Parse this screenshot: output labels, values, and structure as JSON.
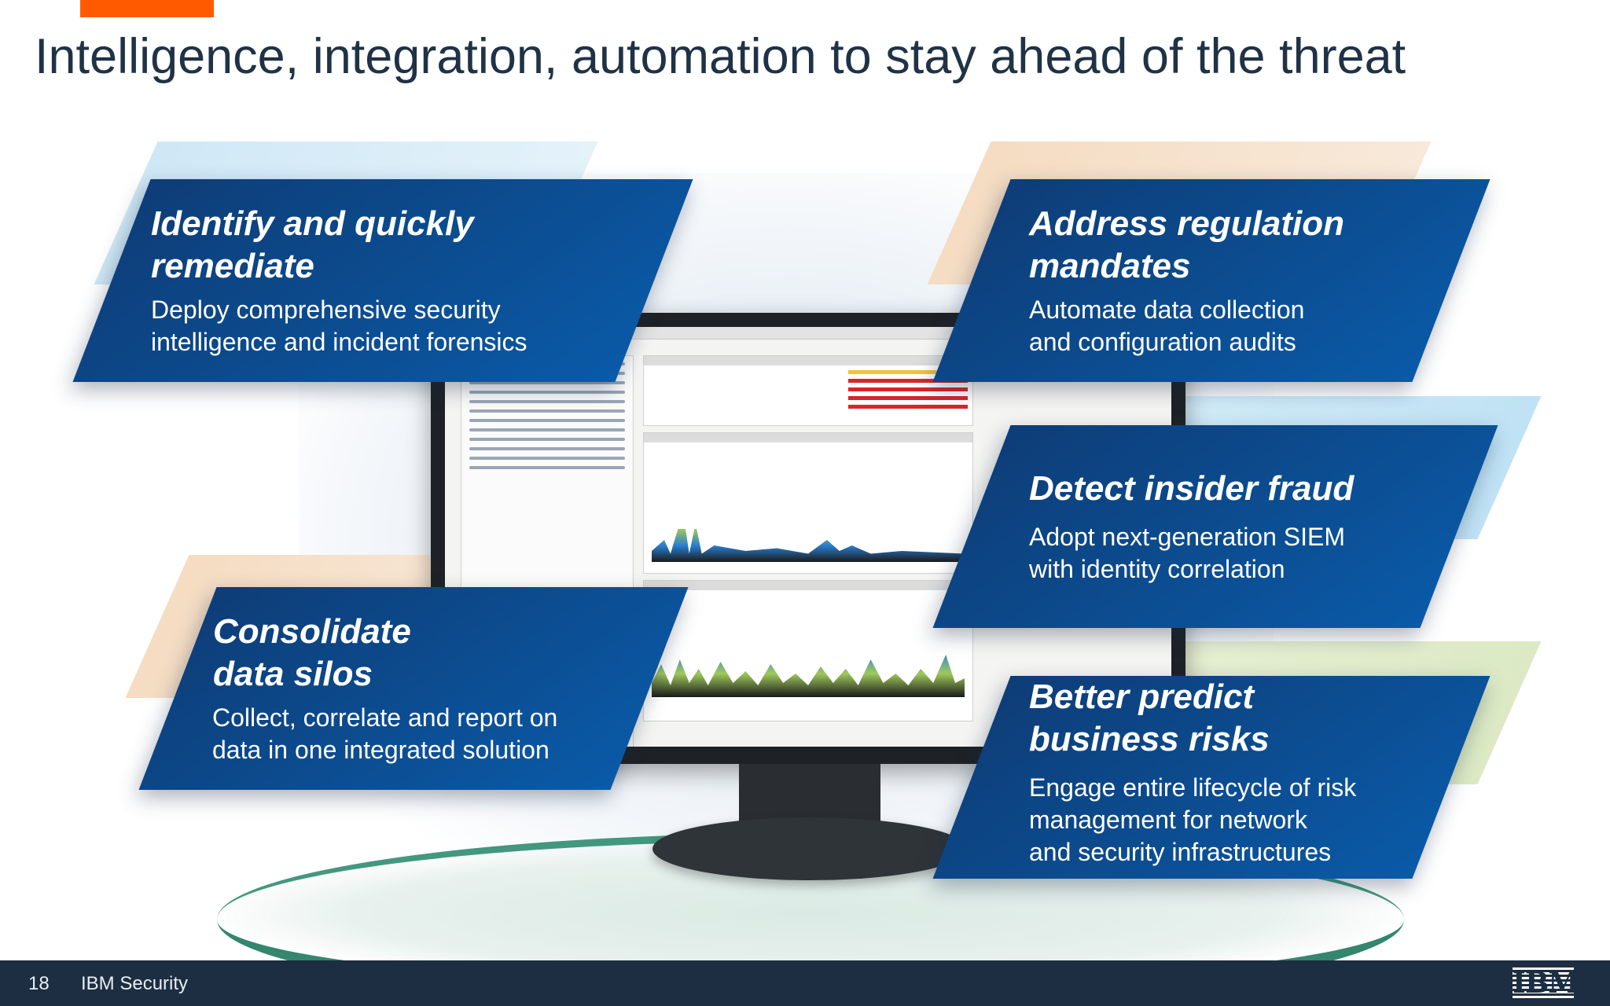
{
  "slide": {
    "title": "Intelligence, integration, automation to stay ahead of the threat",
    "accent_color": "#ff5a00"
  },
  "cards": [
    {
      "title": "Identify and quickly\nremediate",
      "description": "Deploy comprehensive security\nintelligence and incident forensics"
    },
    {
      "title": "Address regulation\nmandates",
      "description": "Automate data collection\nand configuration audits"
    },
    {
      "title": "Detect insider  fraud",
      "description": "Adopt next-generation SIEM\nwith identity correlation"
    },
    {
      "title": "Consolidate\ndata silos",
      "description": "Collect, correlate and report on\ndata in one integrated solution"
    },
    {
      "title": "Better predict\nbusiness risks",
      "description": "Engage entire lifecycle of risk\nmanagement for network\nand security infrastructures"
    }
  ],
  "footer": {
    "page_number": "18",
    "brand": "IBM Security",
    "logo_text": "IBM",
    "background": "#1d2e42"
  },
  "colors": {
    "card_blue": "#0c4a8c",
    "ring_green": "#1f7a5e"
  }
}
